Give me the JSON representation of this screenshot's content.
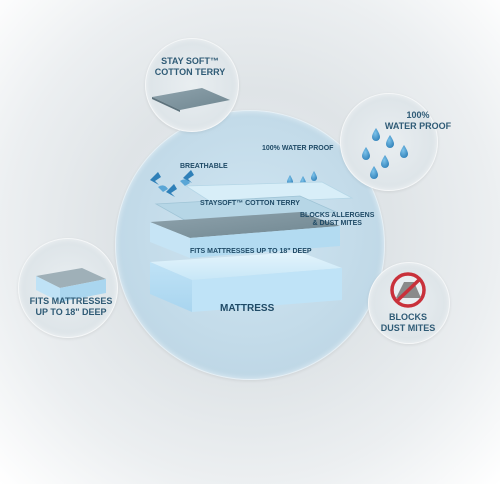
{
  "callouts": {
    "cotton_terry": {
      "line1": "STAY SOFT™",
      "line2": "COTTON TERRY"
    },
    "water_proof": {
      "line1": "100%",
      "line2": "WATER PROOF"
    },
    "fits_mattresses": {
      "line1": "FITS MATTRESSES",
      "line2": "UP TO 18\" DEEP"
    },
    "blocks_dust": {
      "line1": "BLOCKS",
      "line2": "DUST MITES"
    }
  },
  "diagram": {
    "breathable": "BREATHABLE",
    "water_proof": "100% WATER PROOF",
    "staysoft": "STAYSOFT™ COTTON TERRY",
    "blocks_allergens_1": "BLOCKS ALLERGENS",
    "blocks_allergens_2": "& DUST MITES",
    "fits": "FITS MATTRESSES UP TO 18\" DEEP",
    "mattress": "MATTRESS"
  },
  "colors": {
    "accent": "#2f5b76",
    "water": "#3f8fc4",
    "layer": "#cfe9f6",
    "mattress": "#bfe3f7"
  }
}
